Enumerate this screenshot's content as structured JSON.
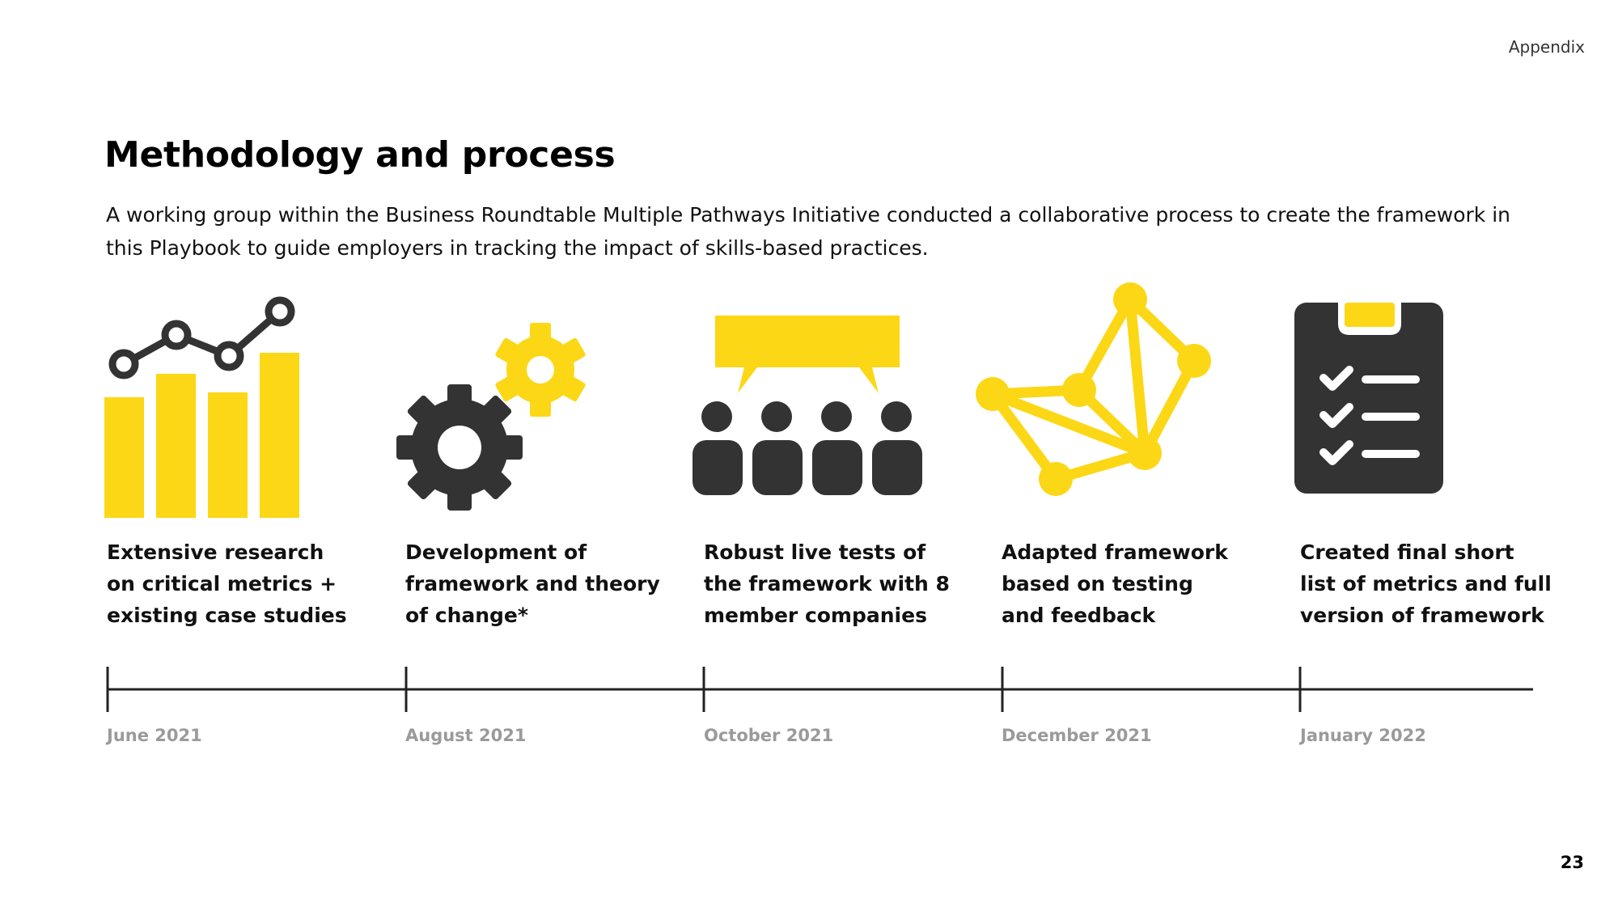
{
  "header": {
    "section_label": "Appendix"
  },
  "title": "Methodology and process",
  "intro": "A working group within the Business Roundtable Multiple Pathways Initiative conducted a collaborative process to create the framework in this Playbook to guide employers in tracking the impact of skills-based practices.",
  "colors": {
    "accent_yellow": "#FCD716",
    "icon_dark": "#333333",
    "date_gray": "#9A9A9A"
  },
  "steps": [
    {
      "icon": "chart-growth-icon",
      "lines": [
        "Extensive research",
        "on critical metrics +",
        "existing case studies"
      ],
      "date": "June 2021"
    },
    {
      "icon": "gears-icon",
      "lines": [
        "Development of",
        "framework and theory",
        "of change*"
      ],
      "date": "August 2021"
    },
    {
      "icon": "group-discussion-icon",
      "lines": [
        "Robust live tests of",
        "the framework with 8",
        "member companies"
      ],
      "date": "October 2021"
    },
    {
      "icon": "network-icon",
      "lines": [
        "Adapted framework",
        "based on testing",
        "and feedback"
      ],
      "date": "December 2021"
    },
    {
      "icon": "clipboard-checklist-icon",
      "lines": [
        "Created final short",
        "list of metrics and full",
        "version of framework"
      ],
      "date": "January 2022"
    }
  ],
  "footer": {
    "page_number": "23"
  }
}
